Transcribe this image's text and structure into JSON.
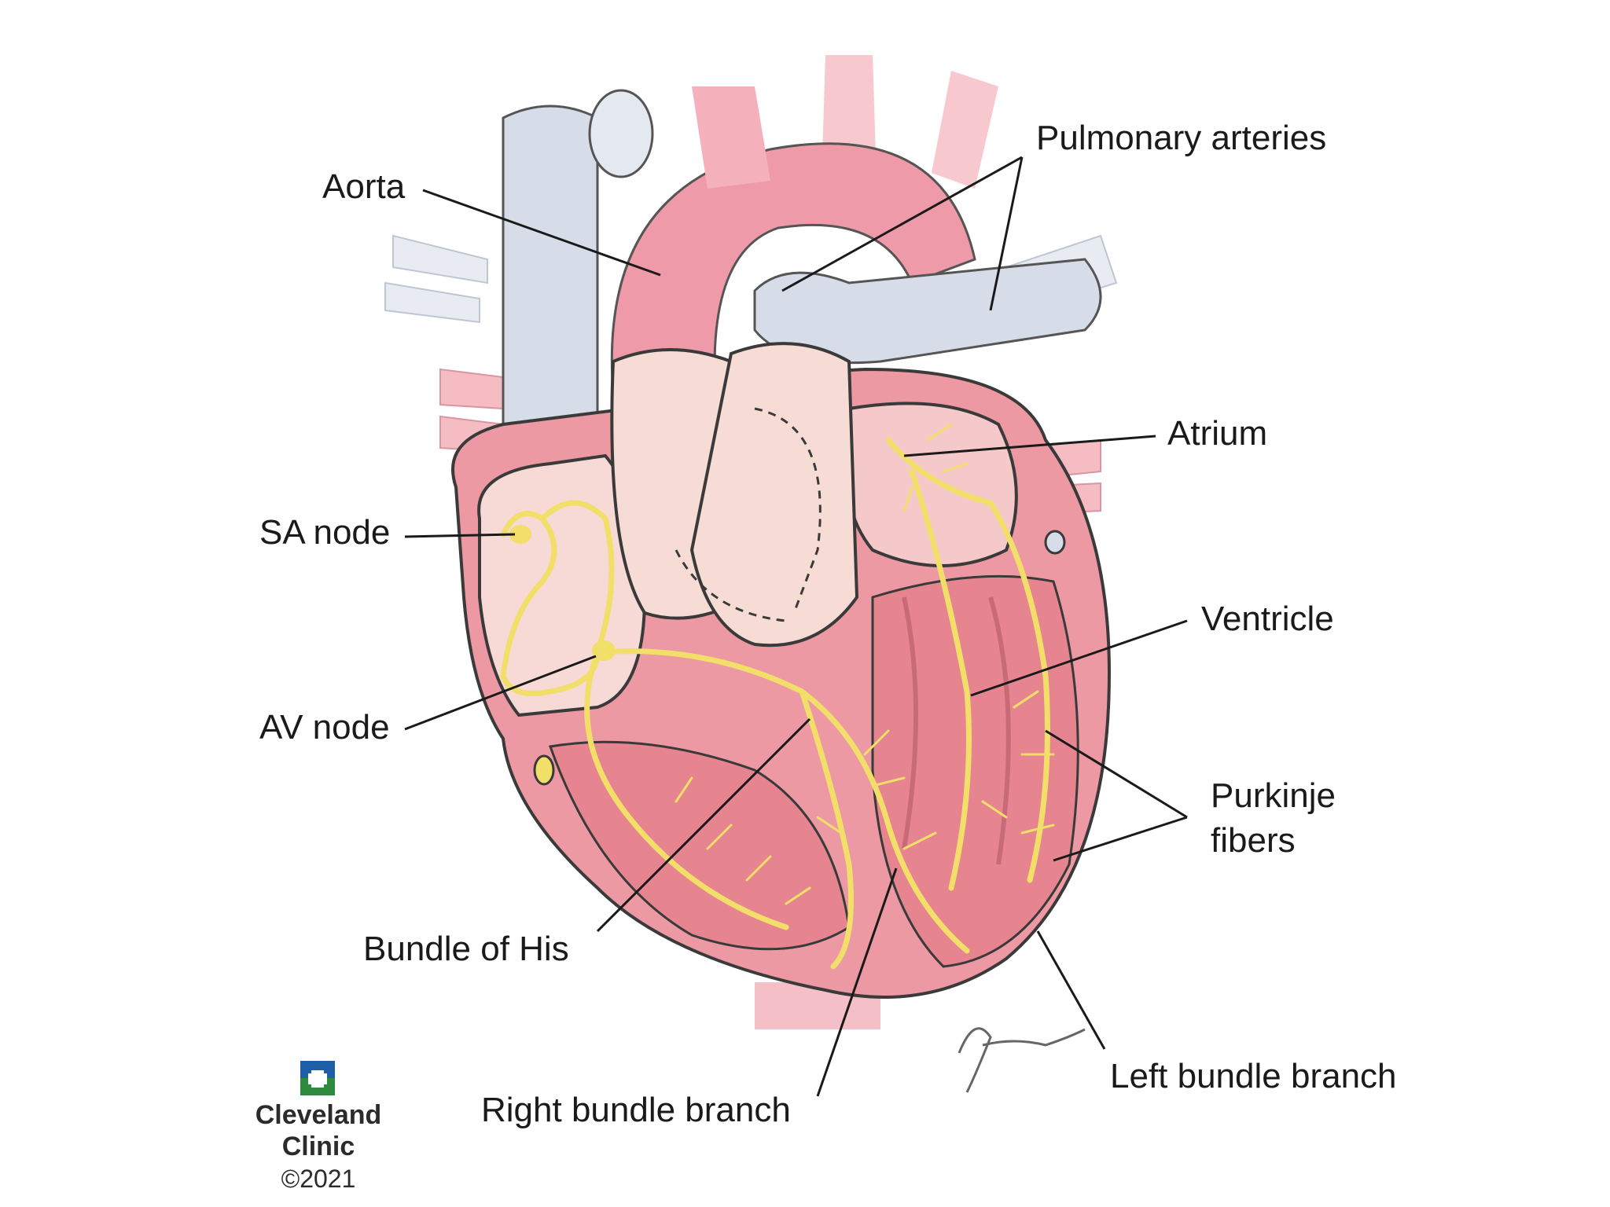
{
  "labels": {
    "aorta": "Aorta",
    "pulmonary_arteries": "Pulmonary arteries",
    "atrium": "Atrium",
    "sa_node": "SA node",
    "ventricle": "Ventricle",
    "av_node": "AV node",
    "purkinje_line1": "Purkinje",
    "purkinje_line2": "fibers",
    "bundle_of_his": "Bundle of His",
    "left_bundle_branch": "Left bundle branch",
    "right_bundle_branch": "Right bundle branch"
  },
  "logo": {
    "line1": "Cleveland",
    "line2": "Clinic",
    "copyright": "©2021"
  },
  "colors": {
    "vessel_blue": "#d7dde8",
    "vessel_pink": "#ef9aa8",
    "muscle_pink": "#e98e98",
    "chamber_light": "#f7d9d6",
    "conduction_yellow": "#f2df6a",
    "outline": "#3a3a3a",
    "logo_blue": "#1f5fa8",
    "logo_green": "#2e8b3e"
  }
}
